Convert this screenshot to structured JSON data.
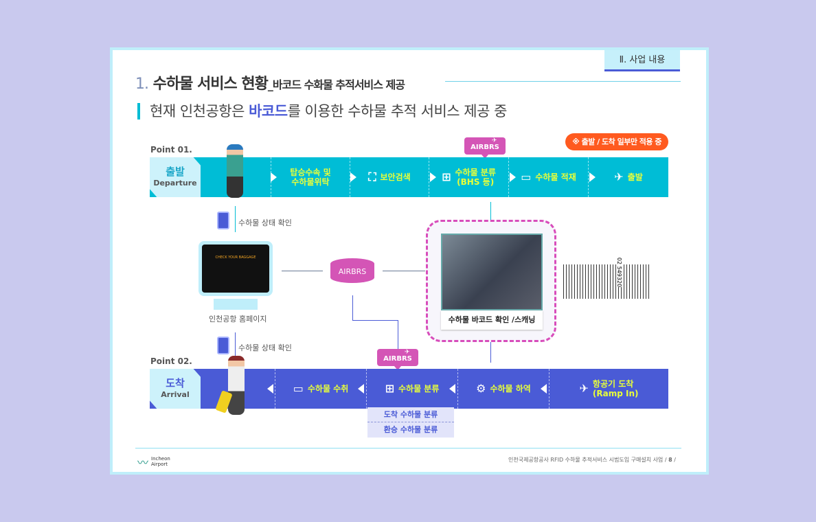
{
  "section_tab": "Ⅱ. 사업 내용",
  "title": {
    "num": "1.",
    "main": "수하물 서비스 현황",
    "sub": "_바코드 수화물 추적서비스 제공"
  },
  "subtitle": {
    "pre": "현재 인천공항은 ",
    "highlight": "바코드",
    "post": "를 이용한 수하물 추적 서비스 제공 중"
  },
  "note": "※ 출발 / 도착 일부만 적용 중",
  "departure": {
    "point": "Point 01.",
    "ko": "출발",
    "en": "Departure",
    "steps": [
      {
        "label": "탑승수속 및\n수하물위탁",
        "icon": "checkin-icon"
      },
      {
        "label": "보안검색",
        "icon": "security-icon"
      },
      {
        "label": "수하물 분류\n(BHS 등)",
        "icon": "sorting-icon"
      },
      {
        "label": "수하물 적재",
        "icon": "conveyor-icon"
      },
      {
        "label": "출발",
        "icon": "plane-takeoff-icon"
      }
    ]
  },
  "arrival": {
    "point": "Point 02.",
    "ko": "도착",
    "en": "Arrival",
    "steps": [
      {
        "label": "수하물 수취",
        "icon": "conveyor-icon"
      },
      {
        "label": "수하물 분류",
        "icon": "sorting-icon"
      },
      {
        "label": "수하물 하역",
        "icon": "robot-arm-icon"
      },
      {
        "label": "항공기 도착\n(Ramp In)",
        "icon": "plane-landing-icon"
      }
    ],
    "sub": [
      "도착 수하물 분류",
      "환승 수하물 분류"
    ]
  },
  "airbrs": "AIRBRS",
  "status_check": "수하물 상태 확인",
  "homepage_label": "인천공항 홈페이지",
  "homepage_screen": "CHECK YOUR BAGGAGE",
  "scan_caption": "수하물 바코드 확인 /스캐닝",
  "barcode_num": "02 549320",
  "logo": "Incheon Airport",
  "footer": "인천국제공항공사 RFID 수하물 추적서비스 시범도입 구매설치 사업",
  "page": "8"
}
